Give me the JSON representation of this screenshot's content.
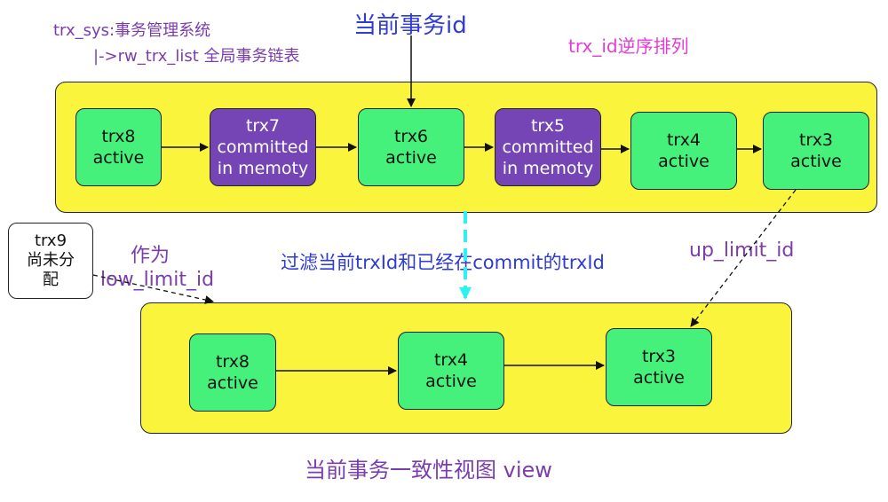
{
  "header": {
    "sys_label": "trx_sys:事务管理系统",
    "list_label": "|->rw_trx_list 全局事务链表",
    "current_trx": "当前事务id",
    "order_note": "trx_id逆序排列"
  },
  "global_list": [
    {
      "text": "trx8\nactive",
      "state": "active"
    },
    {
      "text": "trx7\ncommitted\nin memoty",
      "state": "committed"
    },
    {
      "text": "trx6\nactive",
      "state": "active"
    },
    {
      "text": "trx5\ncommitted\nin memoty",
      "state": "committed"
    },
    {
      "text": "trx4\nactive",
      "state": "active"
    },
    {
      "text": "trx3\nactive",
      "state": "active"
    }
  ],
  "unallocated": {
    "text": "trx9\n尚未分\n配"
  },
  "labels": {
    "as_low": "作为",
    "low_limit": "low_limit_id",
    "filter": "过滤当前trxId和已经在commit的trxId",
    "up_limit": "up_limit_id"
  },
  "view_list": [
    {
      "text": "trx8\nactive",
      "state": "active"
    },
    {
      "text": "trx4\nactive",
      "state": "active"
    },
    {
      "text": "trx3\nactive",
      "state": "active"
    }
  ],
  "footer": {
    "caption": "当前事务一致性视图 view"
  },
  "colors": {
    "panel": "#fbf43c",
    "active": "#45f07b",
    "committed": "#7545b5",
    "purple_text": "#7a3db0",
    "blue_text": "#2f3bd6",
    "magenta_text": "#e53ad8",
    "filter_arrow": "#2ef2f0"
  }
}
